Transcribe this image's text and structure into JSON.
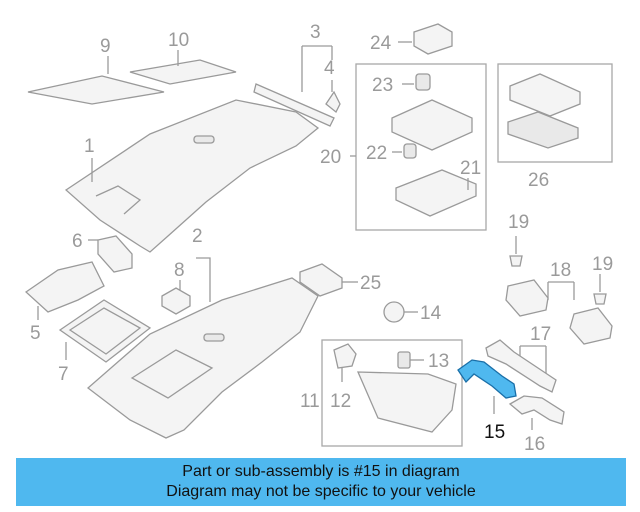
{
  "callouts": {
    "c1": "1",
    "c2": "2",
    "c3": "3",
    "c4": "4",
    "c5": "5",
    "c6": "6",
    "c7": "7",
    "c8": "8",
    "c9": "9",
    "c10": "10",
    "c11": "11",
    "c12": "12",
    "c13": "13",
    "c14": "14",
    "c15": "15",
    "c16": "16",
    "c17": "17",
    "c18": "18",
    "c19a": "19",
    "c19b": "19",
    "c20": "20",
    "c21": "21",
    "c22": "22",
    "c23": "23",
    "c24": "24",
    "c25": "25",
    "c26": "26"
  },
  "highlight": {
    "part": "15",
    "color": "#4fb8ef"
  },
  "banner": {
    "line1": "Part or sub-assembly is #15 in diagram",
    "line2": "Diagram may not be specific to your vehicle",
    "color": "#4fb8ef"
  }
}
